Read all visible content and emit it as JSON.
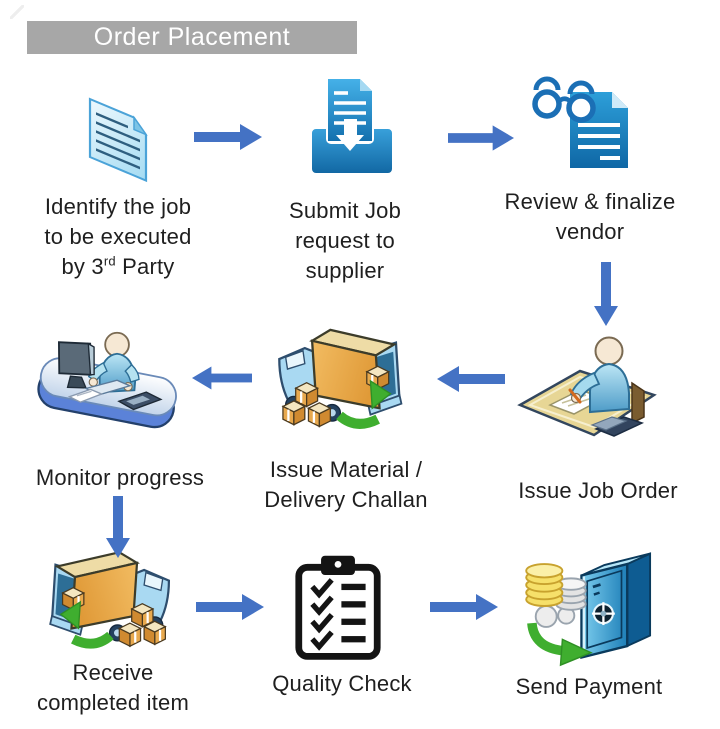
{
  "title": {
    "text": "Order Placement"
  },
  "colors": {
    "arrow_blue": "#4472c4",
    "title_bg": "#a7a7a7",
    "title_text": "#ffffff",
    "label_text": "#1f1f1f",
    "icon_doc_light_blue": "#a4dbf2",
    "icon_blue": "#1b7fc0",
    "icon_light_blue": "#a9d9f2",
    "icon_orange": "#e8a94e",
    "icon_green": "#3fae2f",
    "clipboard_black": "#141414",
    "desk_tan": "#e7d695"
  },
  "steps": {
    "identify": {
      "line1": "Identify the job",
      "line2": "to be executed",
      "line3_pre": "by 3",
      "line3_sup": "rd",
      "line3_post": " Party"
    },
    "submit": {
      "line1": "Submit Job",
      "line2": "request to",
      "line3": "supplier"
    },
    "review": {
      "line1": "Review & finalize",
      "line2": "vendor"
    },
    "issue_order": {
      "line1": "Issue Job Order"
    },
    "issue_material": {
      "line1": "Issue Material /",
      "line2": "Delivery Challan"
    },
    "monitor": {
      "line1": "Monitor progress"
    },
    "receive": {
      "line1": "Receive",
      "line2": "completed item"
    },
    "quality": {
      "line1": "Quality Check"
    },
    "payment": {
      "line1": "Send Payment"
    }
  }
}
